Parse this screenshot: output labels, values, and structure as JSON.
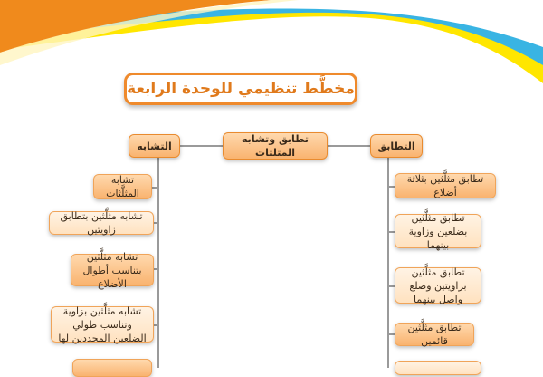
{
  "title": "مخطَّط تنظيمي للوحدة الرابعة",
  "root": "تطابق وتشابه المثلثات",
  "branches": {
    "right": {
      "label": "التطابق",
      "items": [
        "تطابق مثلَّثين بثلاثة أضلاع",
        "تطابق مثلَّثين بضلعين وزاوية بينهما",
        "تطابق مثلَّثين بزاويتين وضلع واصل بينهما",
        "تطابق مثلَّثين قائمين"
      ]
    },
    "left": {
      "label": "التشابه",
      "items": [
        "تشابه المثلَّثات",
        "تشابه مثلَّثين بتطابق زاويتين",
        "تشابه مثلَّثين بتناسب أطوال الأضلاع",
        "تشابه مثلَّثين بزاوية وتناسب طولي الضلعين المحددين لها"
      ]
    }
  },
  "colors": {
    "accent": "#ef8a2c",
    "node_fill": "#f9b36f",
    "connector": "#9a9a9a"
  }
}
